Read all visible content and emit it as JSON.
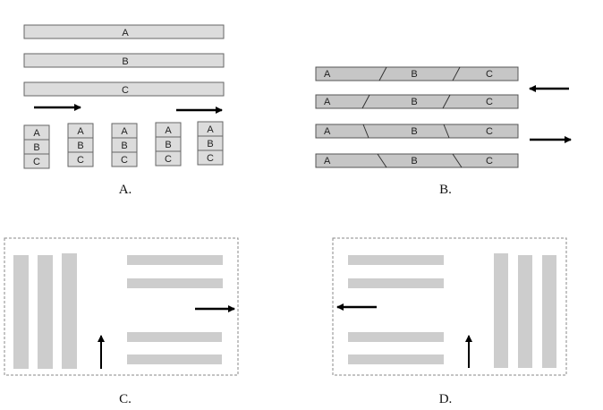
{
  "panelA": {
    "caption": "A.",
    "bars": [
      "A",
      "B",
      "C"
    ],
    "stacks": [
      [
        "A",
        "B",
        "C"
      ],
      [
        "A",
        "B",
        "C"
      ],
      [
        "A",
        "B",
        "C"
      ],
      [
        "A",
        "B",
        "C"
      ],
      [
        "A",
        "B",
        "C"
      ]
    ]
  },
  "panelB": {
    "caption": "B.",
    "rows": [
      [
        "A",
        "B",
        "C"
      ],
      [
        "A",
        "B",
        "C"
      ],
      [
        "A",
        "B",
        "C"
      ],
      [
        "A",
        "B",
        "C"
      ]
    ]
  },
  "panelC": {
    "caption": "C."
  },
  "panelD": {
    "caption": "D."
  },
  "colors": {
    "bar_fill": "#d3d3d3",
    "bar_stroke": "#666666",
    "bar_dark": "#c4c4c4",
    "arrow": "#000000",
    "dashed": "#888888"
  }
}
